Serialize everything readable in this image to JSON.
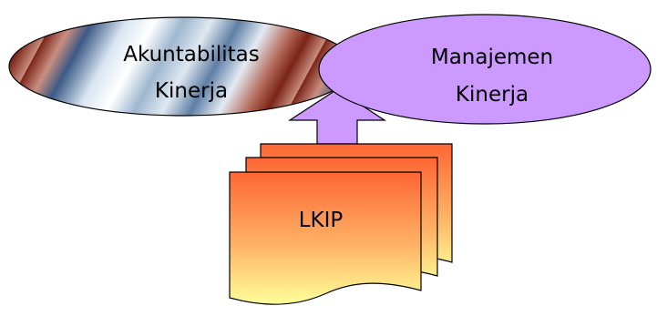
{
  "nodes": {
    "akuntabilitas": {
      "line1": "Akuntabilitas",
      "line2": "Kinerja"
    },
    "manajemen": {
      "line1": "Manajemen",
      "line2": "Kinerja"
    },
    "document": {
      "label": "LKIP"
    }
  },
  "colors": {
    "outline": "#000000",
    "manajemen_fill": "#CC99FF",
    "doc_top": "#FF6633",
    "doc_bottom": "#FFFF99",
    "arrow_fill": "#CC99FF"
  }
}
